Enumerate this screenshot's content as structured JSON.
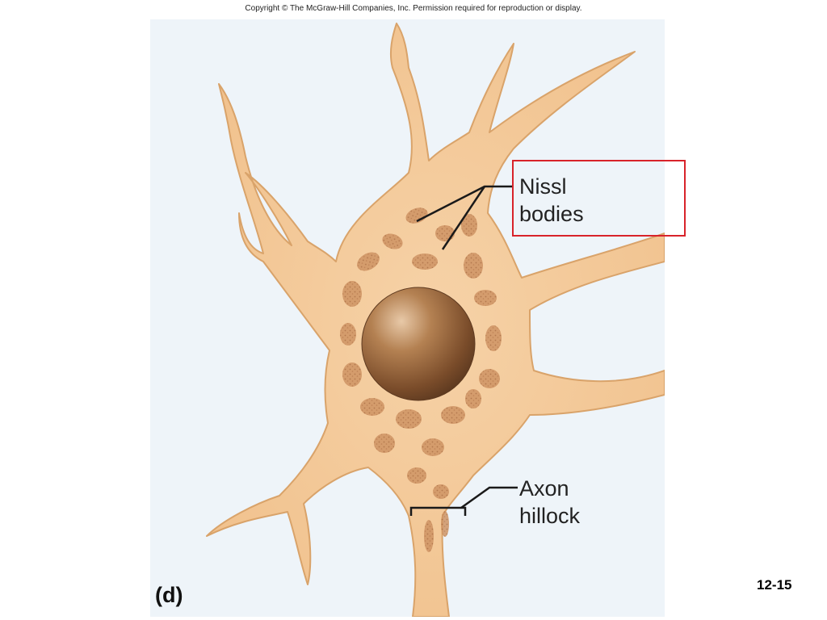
{
  "header": {
    "copyright": "Copyright © The McGraw-Hill Companies, Inc. Permission required for reproduction or display."
  },
  "labels": {
    "nissl_line1": "Nissl",
    "nissl_line2": "bodies",
    "axon_line1": "Axon",
    "axon_line2": "hillock"
  },
  "panel_letter": "(d)",
  "slide_number": "12-15",
  "colors": {
    "background_panel": "#eef4f9",
    "neuron_body": "#f3c896",
    "neuron_edge": "#d9a36a",
    "nissl": "#c7885a",
    "nucleus": "#8a5a35",
    "highlight": "#d8232a"
  }
}
